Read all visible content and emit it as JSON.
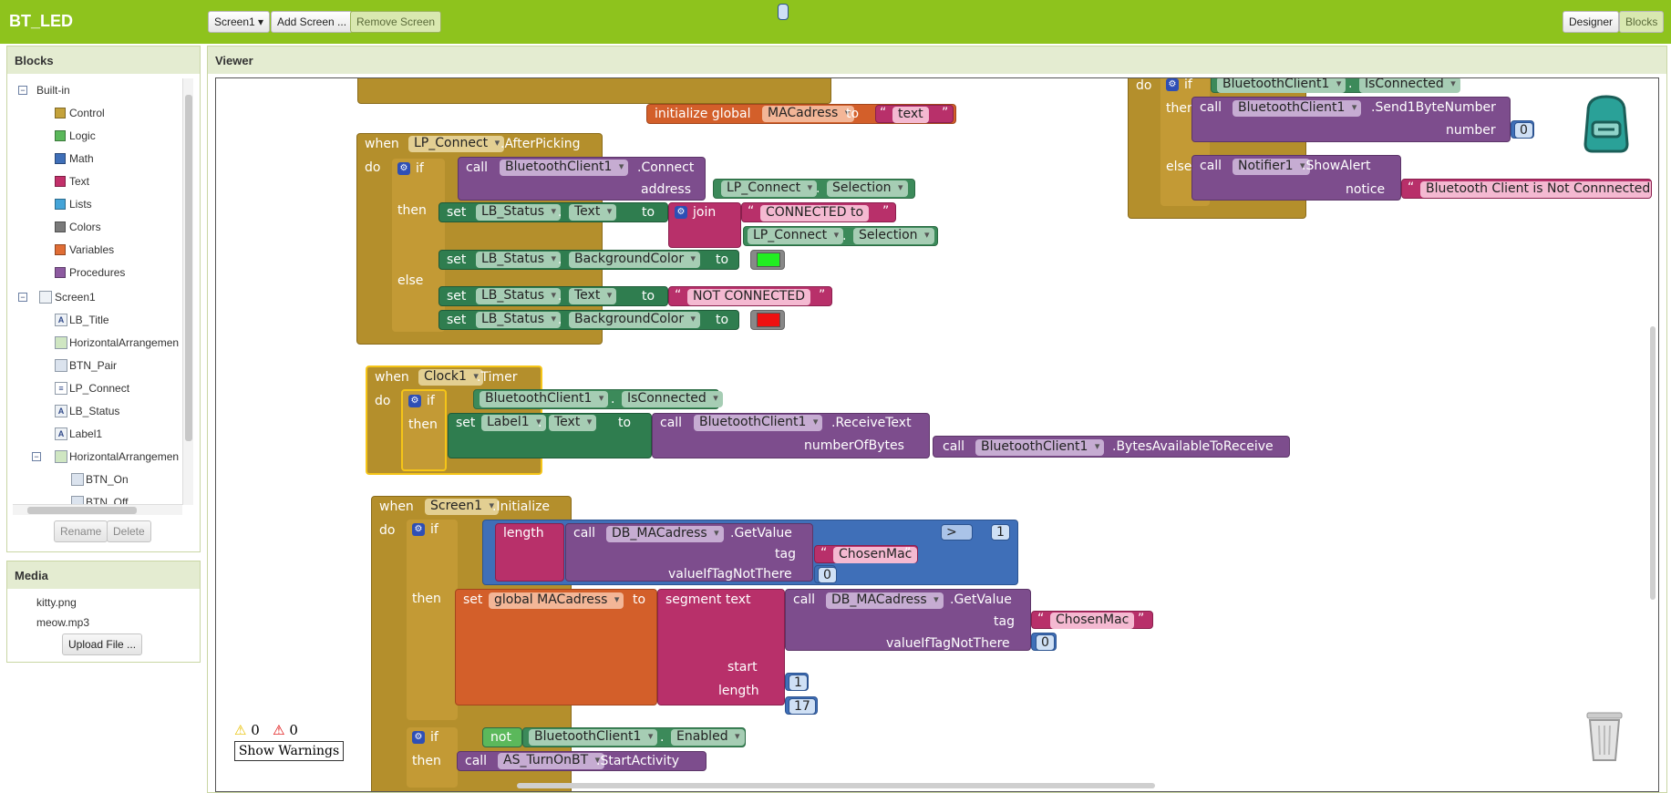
{
  "app": {
    "title": "BT_LED"
  },
  "toolbar": {
    "screen_select": "Screen1 ▾",
    "add_screen": "Add Screen ...",
    "remove_screen": "Remove Screen",
    "designer": "Designer",
    "blocks": "Blocks"
  },
  "blocks_panel": {
    "title": "Blocks",
    "builtin_label": "Built-in",
    "builtin": [
      {
        "label": "Control",
        "color": "#c4a23b"
      },
      {
        "label": "Logic",
        "color": "#5bb85b"
      },
      {
        "label": "Math",
        "color": "#3f6fb8"
      },
      {
        "label": "Text",
        "color": "#c2306a"
      },
      {
        "label": "Lists",
        "color": "#44a4d8"
      },
      {
        "label": "Colors",
        "color": "#7a7a7a"
      },
      {
        "label": "Variables",
        "color": "#e06d35"
      },
      {
        "label": "Procedures",
        "color": "#8d5aa0"
      }
    ],
    "screen_label": "Screen1",
    "components": [
      {
        "label": "LB_Title",
        "icon": "label-icon"
      },
      {
        "label": "HorizontalArrangemen",
        "icon": "arrangement-icon"
      },
      {
        "label": "BTN_Pair",
        "icon": "button-icon"
      },
      {
        "label": "LP_Connect",
        "icon": "listpicker-icon"
      },
      {
        "label": "LB_Status",
        "icon": "label-icon"
      },
      {
        "label": "Label1",
        "icon": "label-icon"
      },
      {
        "label": "HorizontalArrangemen",
        "icon": "arrangement-icon"
      },
      {
        "label": "BTN_On",
        "icon": "button-icon"
      },
      {
        "label": "BTN_Off",
        "icon": "button-icon"
      }
    ],
    "rename": "Rename",
    "delete": "Delete"
  },
  "media_panel": {
    "title": "Media",
    "files": [
      "kitty.png",
      "meow.mp3"
    ],
    "upload": "Upload File ..."
  },
  "viewer": {
    "title": "Viewer",
    "warnings_count": "0",
    "errors_count": "0",
    "show_warnings": "Show Warnings"
  },
  "code": {
    "init_global": "initialize global",
    "mac_var": "MACadress",
    "to": "to",
    "text_val": "text",
    "when": "when",
    "do": "do",
    "if": "if",
    "then": "then",
    "else": "else",
    "call": "call",
    "set": "set",
    "join": "join",
    "not": "not",
    "lp_connect": "LP_Connect",
    "after_picking": ".AfterPicking",
    "bt_client": "BluetoothClient1",
    "connect": ".Connect",
    "address": "address",
    "selection": "Selection",
    "lb_status": "LB_Status",
    "text_prop": "Text",
    "bgcolor": "BackgroundColor",
    "connected_to": "CONNECTED to ",
    "not_connected": "NOT CONNECTED",
    "clock1": "Clock1",
    "timer": ".Timer",
    "is_connected": "IsConnected",
    "label1": "Label1",
    "receive_text": ".ReceiveText",
    "number_of_bytes": "numberOfBytes",
    "bytes_available": ".BytesAvailableToReceive",
    "screen1": "Screen1",
    "initialize": ".Initialize",
    "length": "length",
    "db_mac": "DB_MACadress",
    "get_value": ".GetValue",
    "tag": "tag",
    "chosen_mac": "ChosenMac",
    "value_if_tag": "valueIfTagNotThere",
    "zero": "0",
    "one": "1",
    "seventeen": "17",
    "gt": ">",
    "set_global": "global MACadress",
    "segment": "segment  text",
    "start": "start",
    "enabled": "Enabled",
    "as_turnonbt": "AS_TurnOnBT",
    "start_activity": ".StartActivity",
    "send1byte": ".Send1ByteNumber",
    "number": "number",
    "notifier1": "Notifier1",
    "show_alert": ".ShowAlert",
    "notice": "notice",
    "bt_not_conn": "Bluetooth Client is Not Connnected"
  },
  "colors": {
    "topbar": "#8ec31d",
    "green_swatch": "#22ee22",
    "red_swatch": "#ee1111"
  }
}
